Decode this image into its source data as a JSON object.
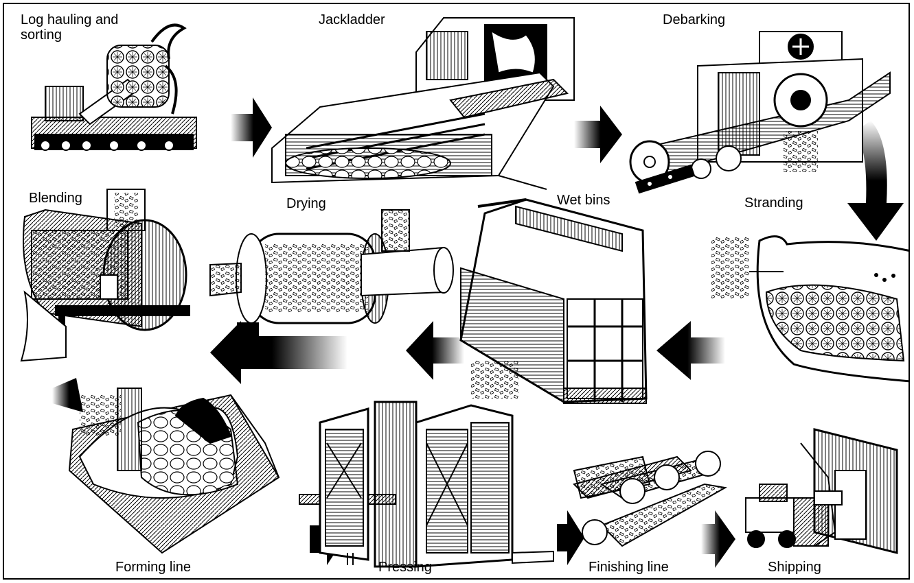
{
  "diagram": {
    "stages": {
      "log_hauling": "Log hauling and\nsorting",
      "jackladder": "Jackladder",
      "debarking": "Debarking",
      "stranding": "Stranding",
      "wet_bins": "Wet bins",
      "drying": "Drying",
      "blending": "Blending",
      "forming_line": "Forming line",
      "pressing": "Pressing",
      "finishing_line": "Finishing line",
      "shipping": "Shipping"
    },
    "colors": {
      "ink": "#000000",
      "paper": "#ffffff",
      "shade": "#555555"
    }
  }
}
